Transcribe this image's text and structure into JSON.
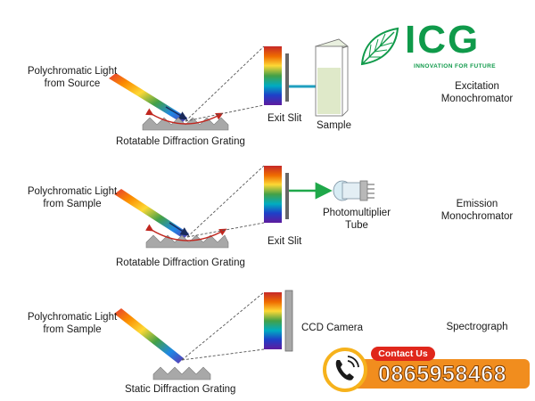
{
  "brand": {
    "name": "ICG",
    "tagline": "INNOVATION FOR FUTURE",
    "color": "#0f9a4a",
    "icon": "leaf-icon"
  },
  "rows": [
    {
      "source_label": [
        "Polychromatic Light",
        "from Source"
      ],
      "grating_label": "Rotatable Diffraction Grating",
      "slit_label": "Exit Slit",
      "target_label": [
        "Sample"
      ],
      "target_icon": "cuvette-icon",
      "type_label": [
        "Excitation",
        "Monochromator"
      ]
    },
    {
      "source_label": [
        "Polychromatic Light",
        "from Sample"
      ],
      "grating_label": "Rotatable Diffraction Grating",
      "slit_label": "Exit Slit",
      "target_label": [
        "Photomultiplier",
        "Tube"
      ],
      "target_icon": "photomultiplier-tube-icon",
      "type_label": [
        "Emission",
        "Monochromator"
      ]
    },
    {
      "source_label": [
        "Polychromatic Light",
        "from Sample"
      ],
      "grating_label": "Static Diffraction Grating",
      "slit_label": "",
      "target_label": [
        "CCD Camera"
      ],
      "target_icon": "ccd-detector-icon",
      "type_label": [
        "Spectrograph"
      ]
    }
  ],
  "contact": {
    "label": "Contact Us",
    "phone": "0865958468",
    "icon": "phone-icon"
  },
  "colors": {
    "arrow": "#1f9fbf",
    "rotation_arrow": "#c0271f",
    "grating": "#a8a8a8",
    "contact_orange": "#f18d1e",
    "contact_red": "#e0271b"
  }
}
